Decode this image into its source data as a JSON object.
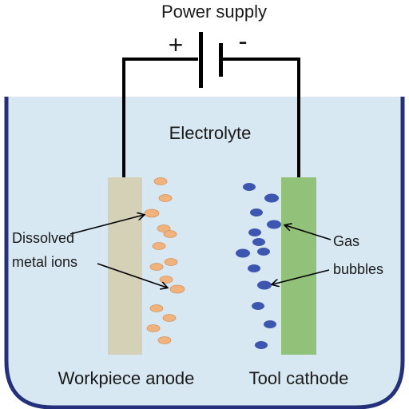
{
  "diagram": {
    "title": "Power supply",
    "plus_sign": "+",
    "minus_sign": "-",
    "electrolyte_label": "Electrolyte",
    "anode_label": "Workpiece anode",
    "cathode_label": "Tool cathode",
    "ions_label_line1": "Dissolved",
    "ions_label_line2": "metal ions",
    "gas_label_line1": "Gas",
    "gas_label_line2": "bubbles"
  },
  "colors": {
    "electrolyte": "#d7e8f2",
    "tank_outline": "#25307a",
    "wire": "#000000",
    "anode": "#d5d1b6",
    "cathode": "#92c27a",
    "metal_ion": "#f1b37d",
    "metal_ion_stroke": "#d6915a",
    "gas_bubble": "#3d56b0"
  }
}
